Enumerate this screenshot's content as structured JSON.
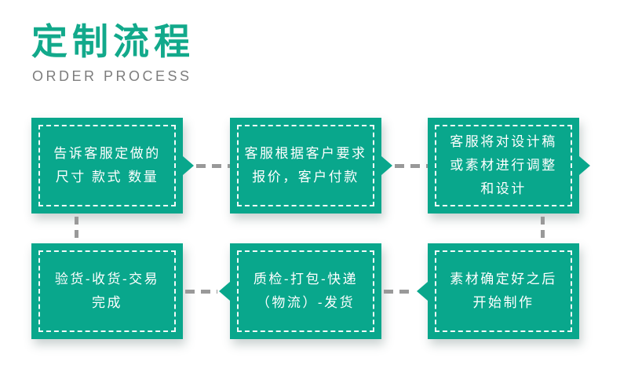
{
  "header": {
    "title": "定制流程",
    "subtitle": "ORDER PROCESS"
  },
  "colors": {
    "accent_teal": "#09a78c",
    "title_green": "#12a98b",
    "subtitle_gray": "#7d7d7d",
    "connector_gray": "#999999",
    "box_text": "#ffffff"
  },
  "flow": {
    "direction": "top row left-to-right, then down, bottom row right-to-left",
    "steps": [
      {
        "order": 1,
        "text": "告诉客服定做的\n尺寸 款式 数量",
        "arrow": "right"
      },
      {
        "order": 2,
        "text": "客服根据客户要求\n报价，客户付款",
        "arrow": "right"
      },
      {
        "order": 3,
        "text": "客服将对设计稿\n或素材进行调整\n和设计",
        "arrow": "right"
      },
      {
        "order": 4,
        "text": "素材确定好之后\n开始制作",
        "arrow": "left"
      },
      {
        "order": 5,
        "text": "质检-打包-快递\n（物流）-发货",
        "arrow": "left"
      },
      {
        "order": 6,
        "text": "验货-收货-交易\n完成",
        "arrow": "none"
      }
    ]
  }
}
